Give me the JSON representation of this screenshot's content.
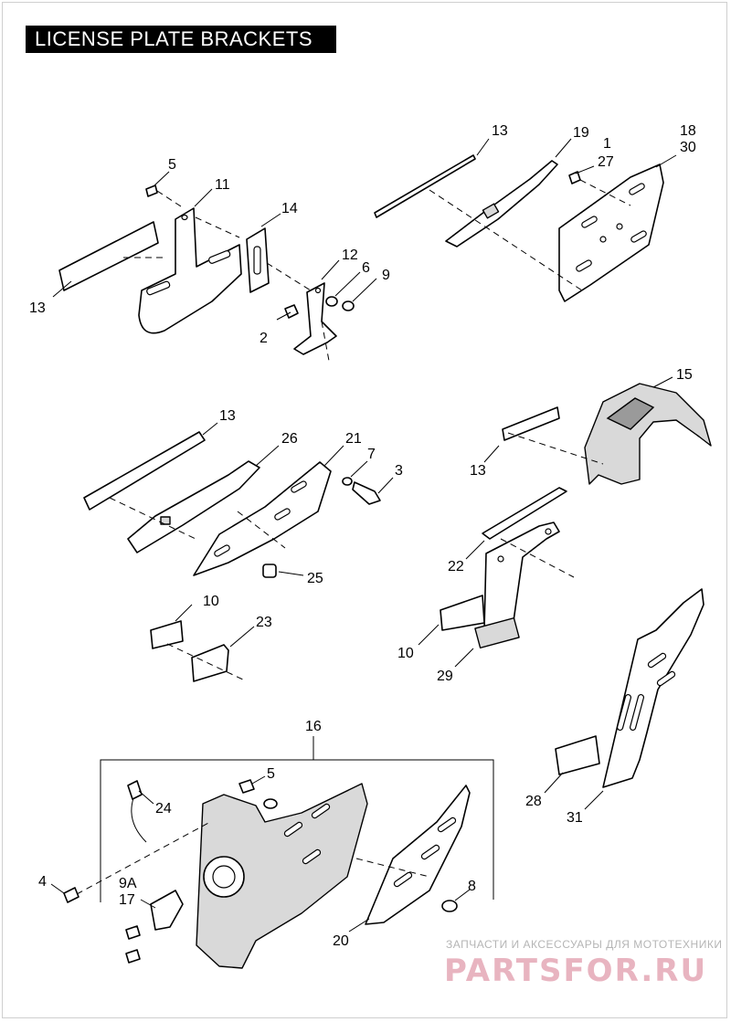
{
  "title": "LICENSE PLATE BRACKETS",
  "callouts": {
    "c13a": "13",
    "c5a": "5",
    "c11": "11",
    "c14": "14",
    "c12": "12",
    "c6": "6",
    "c9": "9",
    "c2": "2",
    "c13b": "13",
    "c19": "19",
    "c1": "1",
    "c27": "27",
    "c18": "18",
    "c30": "30",
    "c13c": "13",
    "c26": "26",
    "c21": "21",
    "c7": "7",
    "c3": "3",
    "c25": "25",
    "c15": "15",
    "c13d": "13",
    "c22": "22",
    "c10a": "10",
    "c23": "23",
    "c10b": "10",
    "c29": "29",
    "c16": "16",
    "c5b": "5",
    "c24": "24",
    "c4": "4",
    "c9a": "9A",
    "c17": "17",
    "c8": "8",
    "c20": "20",
    "c28": "28",
    "c31": "31"
  },
  "watermark": {
    "tagline": "ЗАПЧАСТИ И АКСЕССУАРЫ ДЛЯ МОТОТЕХНИКИ",
    "brand": "PARTSFOR.RU"
  }
}
